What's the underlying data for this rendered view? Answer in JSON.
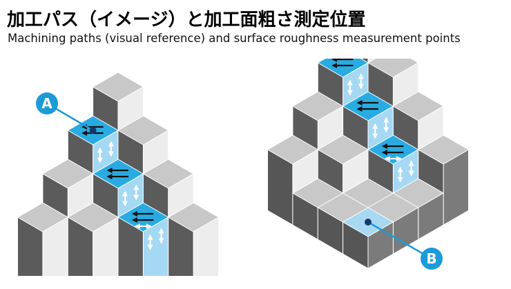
{
  "header": {
    "title": "加工パス（イメージ）と加工面粗さ測定位置",
    "subtitle": "Machining paths (visual reference) and surface roughness measurement points"
  },
  "markers": {
    "a_label": "A",
    "b_label": "B"
  },
  "colors": {
    "accent_blue": "#1b9bd8",
    "top_blue": "#29abe2",
    "riser_blue": "#a5d8f2",
    "face_blue_light": "#a8d9f2",
    "top_gray": "#c8c8c8",
    "side_dark": "#5b5b5b",
    "side_light": "#ededed",
    "wall_x_right": "#7b7b7b",
    "wall_y_right": "#565656",
    "dot_navy": "#143a6d",
    "arrow_black": "#111111",
    "arrow_white": "#ffffff"
  }
}
